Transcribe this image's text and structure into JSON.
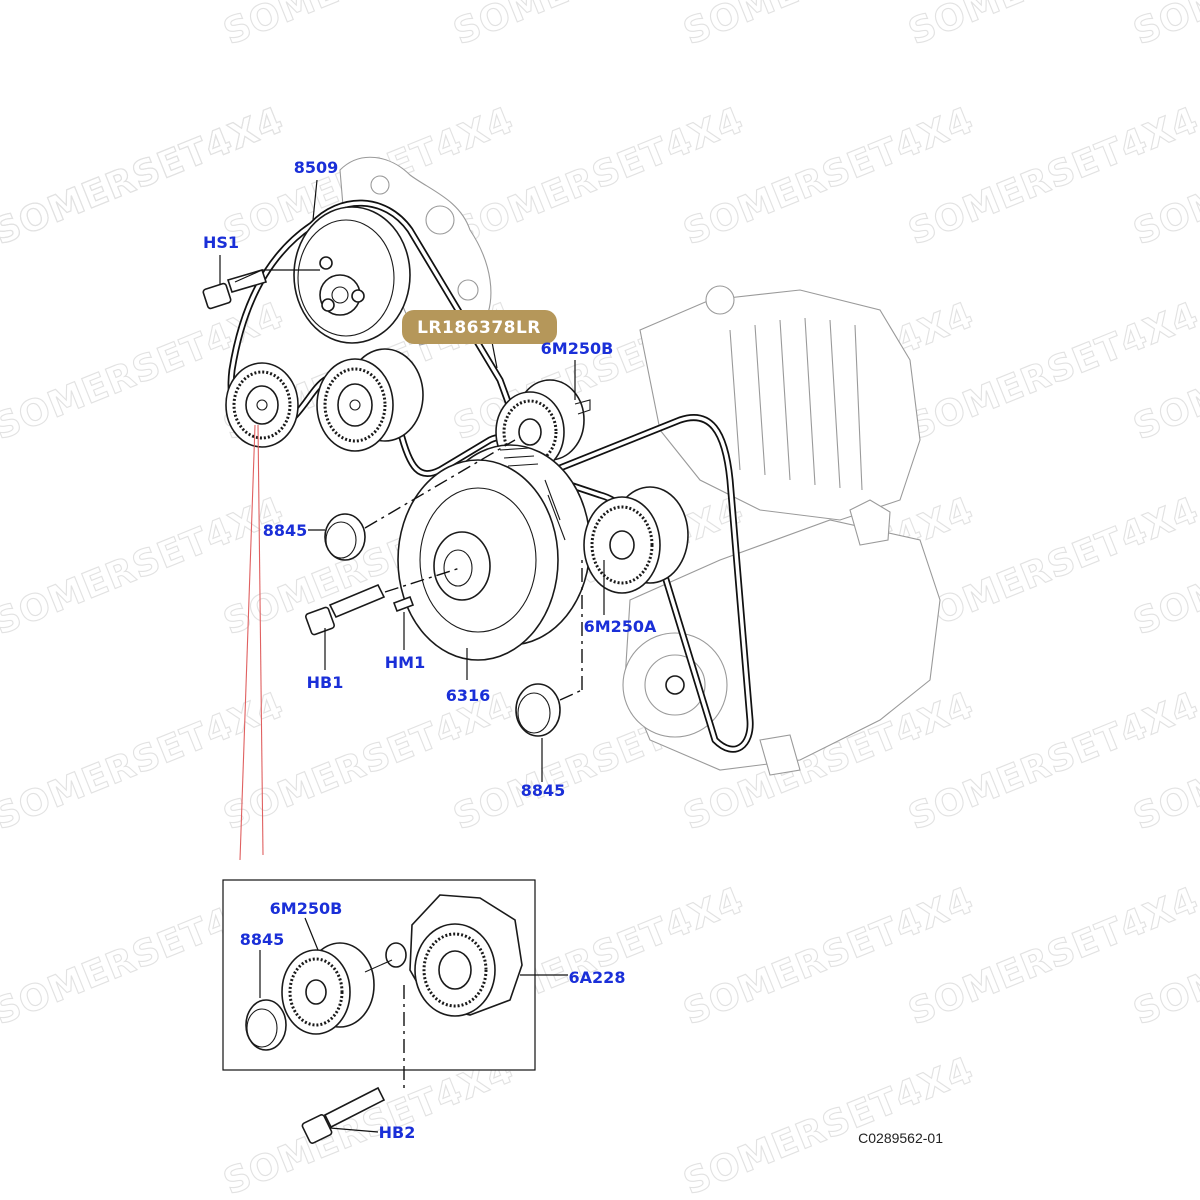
{
  "watermark": {
    "text": "SOMERSET4X4"
  },
  "badge": {
    "part_number": "LR186378LR",
    "color": "#b5975a"
  },
  "callouts": {
    "c8509": "8509",
    "hs1": "HS1",
    "c6m250b_top": "6M250B",
    "c8845_left": "8845",
    "hb1": "HB1",
    "hm1": "HM1",
    "c6316": "6316",
    "c6m250a": "6M250A",
    "c8845_bottom": "8845",
    "inset_6m250b": "6M250B",
    "inset_8845": "8845",
    "c6a228": "6A228",
    "hb2": "HB2"
  },
  "reference": {
    "code": "C0289562-01"
  },
  "colors": {
    "callout": "#1a2fd8",
    "detail_link": "#e06060"
  }
}
